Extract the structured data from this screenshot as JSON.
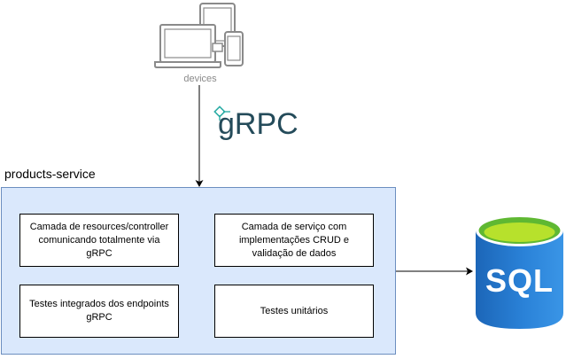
{
  "devices": {
    "label": "devices",
    "icon": "devices-icon"
  },
  "grpc": {
    "logo_text": "gRPC",
    "color": "#244b5a",
    "accent": "#2dada6"
  },
  "service": {
    "title": "products-service",
    "fill": "#dae8fc",
    "stroke": "#6c8ebf",
    "layers": [
      {
        "label": "Camada de resources/controller comunicando totalmente via gRPC"
      },
      {
        "label": "Camada de serviço com implementações CRUD e validação de dados"
      },
      {
        "label": "Testes integrados dos endpoints gRPC"
      },
      {
        "label": "Testes unitários"
      }
    ]
  },
  "database": {
    "label": "SQL",
    "icon": "database-icon",
    "color": "#1f6fc5"
  }
}
